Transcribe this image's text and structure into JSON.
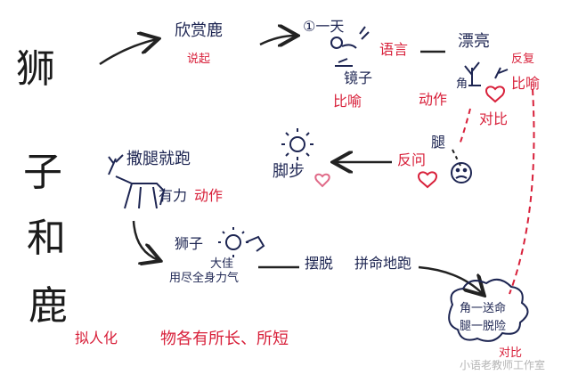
{
  "title_chars": [
    "狮",
    "子",
    "和",
    "鹿"
  ],
  "nodes": {
    "xin_shang_lu": "欣赏鹿",
    "cong_qi": "说起",
    "yi_tian": "①一天",
    "jing_zi": "镜子",
    "bi_yu_1": "比喻",
    "yu_yan": "语言",
    "piao_liang": "漂亮",
    "jiao": "角",
    "fan_fu": "反复",
    "bi_yu_2": "比喻",
    "dong_zuo_1": "动作",
    "dui_bi": "对比",
    "tui": "腿",
    "fan_wen": "反问",
    "jiao_bu": "脚步",
    "sa_tui_jiu_pao": "撒腿就跑",
    "you_li": "有力",
    "dong_zuo_2": "动作",
    "shi_zi": "狮子",
    "da_xing": "大佳",
    "yong_jin_quan_shen": "用尽全身力气",
    "bai_tuo": "摆脱",
    "pin_ming_di_pao": "拼命地跑",
    "jiao_yi_song_ming": "角一送命",
    "tui_yi_de_sheng": "腿一脱险",
    "dui_bi_2": "对比",
    "ni_ren_hua": "拟人化",
    "moral": "物各有所长、所短"
  },
  "watermark": "小语老教师工作室",
  "colors": {
    "ink": "#1d2552",
    "red": "#d8203a",
    "pink": "#e06a88"
  }
}
